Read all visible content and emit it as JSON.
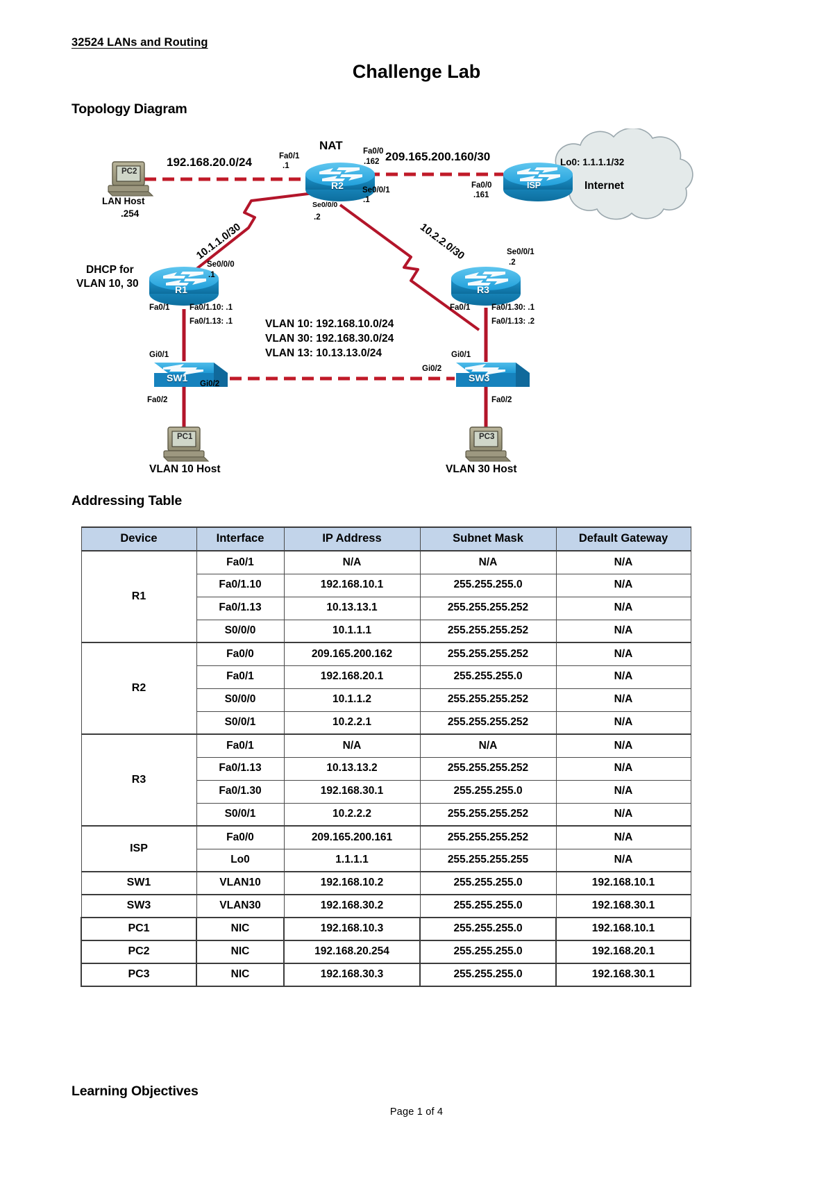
{
  "document": {
    "header": "32524 LANs and Routing",
    "title": "Challenge Lab",
    "footer": "Page 1  of 4"
  },
  "sections": {
    "topology": "Topology Diagram",
    "addressing": "Addressing Table",
    "learning": "Learning Objectives"
  },
  "topology": {
    "devices": {
      "pc2": "PC2",
      "pc1": "PC1",
      "pc3": "PC3",
      "r1": "R1",
      "r2": "R2",
      "r3": "R3",
      "isp": "ISP",
      "sw1": "SW1",
      "sw3": "SW3"
    },
    "annotations": {
      "nat": "NAT",
      "lan_host": "LAN Host",
      "lan_host_ip": ".254",
      "net_20": "192.168.20.0/24",
      "net_209": "209.165.200.160/30",
      "lo0": "Lo0: 1.1.1.1/32",
      "internet": "Internet",
      "link_10_1": "10.1.1.0/30",
      "link_10_2": "10.2.2.0/30",
      "dhcp_line1": "DHCP for",
      "dhcp_line2": "VLAN 10, 30",
      "vlan10": "VLAN 10: 192.168.10.0/24",
      "vlan30": "VLAN 30: 192.168.30.0/24",
      "vlan13": "VLAN 13: 10.13.13.0/24",
      "vlan10_host": "VLAN 10 Host",
      "vlan30_host": "VLAN 30 Host"
    },
    "interfaces": {
      "r2_fa01": "Fa0/1",
      "r2_fa01_ip": ".1",
      "r2_fa00": "Fa0/0",
      "r2_fa00_ip": ".162",
      "r2_se000": "Se0/0/0",
      "r2_se000_ip": ".2",
      "r2_se001": "Se0/0/1",
      "r2_se001_ip": ".1",
      "isp_fa00": "Fa0/0",
      "isp_fa00_ip": ".161",
      "r1_se000": "Se0/0/0",
      "r1_se000_ip": ".1",
      "r1_fa01": "Fa0/1",
      "r1_sub10": "Fa0/1.10: .1",
      "r1_sub13": "Fa0/1.13: .1",
      "r3_se001": "Se0/0/1",
      "r3_se001_ip": ".2",
      "r3_fa01": "Fa0/1",
      "r3_sub30": "Fa0/1.30: .1",
      "r3_sub13": "Fa0/1.13: .2",
      "sw1_gi01": "Gi0/1",
      "sw1_gi02": "Gi0/2",
      "sw1_fa02": "Fa0/2",
      "sw3_gi01": "Gi0/1",
      "sw3_gi02": "Gi0/2",
      "sw3_fa02": "Fa0/2"
    }
  },
  "addressing_table": {
    "columns": [
      "Device",
      "Interface",
      "IP Address",
      "Subnet Mask",
      "Default Gateway"
    ],
    "rows": [
      {
        "device": "R1",
        "span": 4,
        "interface": "Fa0/1",
        "ip": "N/A",
        "mask": "N/A",
        "gw": "N/A"
      },
      {
        "device": "",
        "span": 0,
        "interface": "Fa0/1.10",
        "ip": "192.168.10.1",
        "mask": "255.255.255.0",
        "gw": "N/A"
      },
      {
        "device": "",
        "span": 0,
        "interface": "Fa0/1.13",
        "ip": "10.13.13.1",
        "mask": "255.255.255.252",
        "gw": "N/A"
      },
      {
        "device": "",
        "span": 0,
        "interface": "S0/0/0",
        "ip": "10.1.1.1",
        "mask": "255.255.255.252",
        "gw": "N/A"
      },
      {
        "device": "R2",
        "span": 4,
        "interface": "Fa0/0",
        "ip": "209.165.200.162",
        "mask": "255.255.255.252",
        "gw": "N/A"
      },
      {
        "device": "",
        "span": 0,
        "interface": "Fa0/1",
        "ip": "192.168.20.1",
        "mask": "255.255.255.0",
        "gw": "N/A"
      },
      {
        "device": "",
        "span": 0,
        "interface": "S0/0/0",
        "ip": "10.1.1.2",
        "mask": "255.255.255.252",
        "gw": "N/A"
      },
      {
        "device": "",
        "span": 0,
        "interface": "S0/0/1",
        "ip": "10.2.2.1",
        "mask": "255.255.255.252",
        "gw": "N/A"
      },
      {
        "device": "R3",
        "span": 4,
        "interface": "Fa0/1",
        "ip": "N/A",
        "mask": "N/A",
        "gw": "N/A"
      },
      {
        "device": "",
        "span": 0,
        "interface": "Fa0/1.13",
        "ip": "10.13.13.2",
        "mask": "255.255.255.252",
        "gw": "N/A"
      },
      {
        "device": "",
        "span": 0,
        "interface": "Fa0/1.30",
        "ip": "192.168.30.1",
        "mask": "255.255.255.0",
        "gw": "N/A"
      },
      {
        "device": "",
        "span": 0,
        "interface": "S0/0/1",
        "ip": "10.2.2.2",
        "mask": "255.255.255.252",
        "gw": "N/A"
      },
      {
        "device": "ISP",
        "span": 2,
        "interface": "Fa0/0",
        "ip": "209.165.200.161",
        "mask": "255.255.255.252",
        "gw": "N/A"
      },
      {
        "device": "",
        "span": 0,
        "interface": "Lo0",
        "ip": "1.1.1.1",
        "mask": "255.255.255.255",
        "gw": "N/A"
      },
      {
        "device": "SW1",
        "span": 1,
        "interface": "VLAN10",
        "ip": "192.168.10.2",
        "mask": "255.255.255.0",
        "gw": "192.168.10.1"
      },
      {
        "device": "SW3",
        "span": 1,
        "interface": "VLAN30",
        "ip": "192.168.30.2",
        "mask": "255.255.255.0",
        "gw": "192.168.30.1"
      },
      {
        "device": "PC1",
        "span": 1,
        "interface": "NIC",
        "ip": "192.168.10.3",
        "mask": "255.255.255.0",
        "gw": "192.168.10.1",
        "pc": true
      },
      {
        "device": "PC2",
        "span": 1,
        "interface": "NIC",
        "ip": "192.168.20.254",
        "mask": "255.255.255.0",
        "gw": "192.168.20.1",
        "pc": true
      },
      {
        "device": "PC3",
        "span": 1,
        "interface": "NIC",
        "ip": "192.168.30.3",
        "mask": "255.255.255.0",
        "gw": "192.168.30.1",
        "pc": true
      }
    ]
  },
  "colors": {
    "table_header_bg": "#c2d4ea",
    "link_red": "#c01a28",
    "router_blue": "#29a8df",
    "router_blue_dark": "#1077ab",
    "cloud_fill": "#e4eaea"
  }
}
